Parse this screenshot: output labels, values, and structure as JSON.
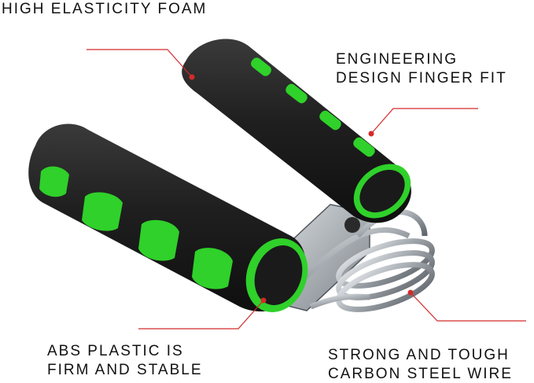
{
  "callouts": {
    "foam": {
      "line1": "HIGH ELASTICITY FOAM"
    },
    "finger_fit": {
      "line1": "ENGINEERING",
      "line2": "DESIGN FINGER FIT"
    },
    "abs_plastic": {
      "line1": "ABS PLASTIC IS",
      "line2": "FIRM AND STABLE"
    },
    "steel_wire": {
      "line1": "STRONG AND TOUGH",
      "line2": "CARBON STEEL WIRE"
    }
  },
  "colors": {
    "foam": "#1c1c1c",
    "grip_accent": "#2fd12a",
    "leader_line": "#d42a2a",
    "steel": "#b9bec4"
  }
}
